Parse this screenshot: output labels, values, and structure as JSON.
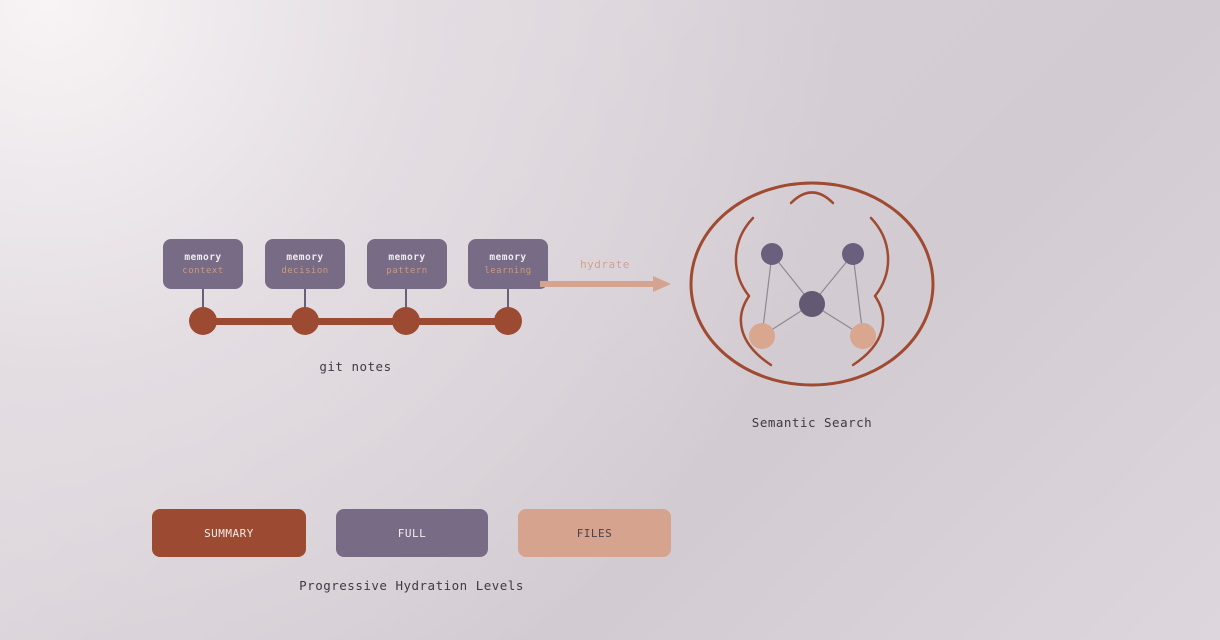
{
  "palette": {
    "brick": "#9c4a32",
    "purple": "#786b85",
    "node_purple": "#6b5f7e",
    "node_purple_center": "#645972",
    "salmon": "#d5a38e",
    "salmon_node": "#d9a78f",
    "edge_grey": "#8d8894",
    "text_dark": "#3f3a42",
    "text_light": "#f0edf0",
    "background_light": "#f8f4f5",
    "background_dark": "#d2ccd2"
  },
  "git_notes": {
    "label": "git notes",
    "commits": [
      {
        "title": "memory",
        "subtitle": "context"
      },
      {
        "title": "memory",
        "subtitle": "decision"
      },
      {
        "title": "memory",
        "subtitle": "pattern"
      },
      {
        "title": "memory",
        "subtitle": "learning"
      }
    ]
  },
  "arrow": {
    "label": "hydrate"
  },
  "semantic_search": {
    "label": "Semantic Search"
  },
  "hydration": {
    "label": "Progressive Hydration Levels",
    "levels": [
      {
        "label": "SUMMARY",
        "color": "#9c4a32"
      },
      {
        "label": "FULL",
        "color": "#786b85"
      },
      {
        "label": "FILES",
        "color": "#d5a38e"
      }
    ]
  }
}
